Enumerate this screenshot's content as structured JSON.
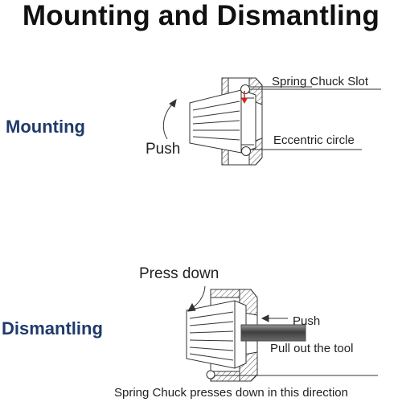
{
  "title": "Mounting and Dismantling",
  "mounting": {
    "label": "Mounting",
    "push": "Push",
    "slot": "Spring Chuck Slot",
    "eccentric": "Eccentric circle"
  },
  "dismantling": {
    "label": "Dismantling",
    "press_down": "Press down",
    "push": "Push",
    "pull_out": "Pull out the tool",
    "bottom_note": "Spring Chuck presses down in this direction"
  },
  "colors": {
    "title": "#111111",
    "section_label": "#1f3a6b",
    "line": "#333333",
    "accent_arrow": "#d6231f",
    "tool": "#555555"
  }
}
